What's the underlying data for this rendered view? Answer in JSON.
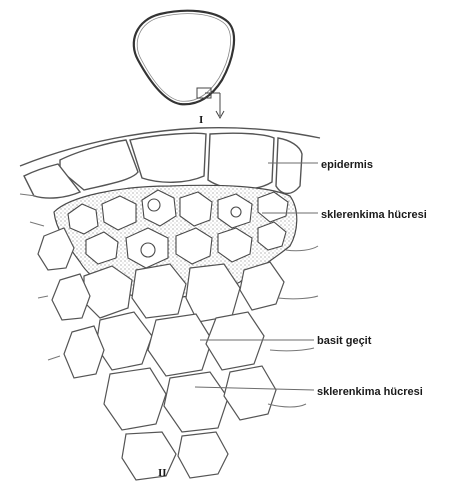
{
  "labels": {
    "figure_one": "I",
    "figure_two": "II",
    "epidermis": "epidermis",
    "sclerenchyma_top": "sklerenkima hücresi",
    "simple_pit": "basit geçit",
    "sclerenchyma_bottom": "sklerenkima hücresi"
  },
  "colors": {
    "line": "#555555",
    "label": "#1a1a1a"
  }
}
